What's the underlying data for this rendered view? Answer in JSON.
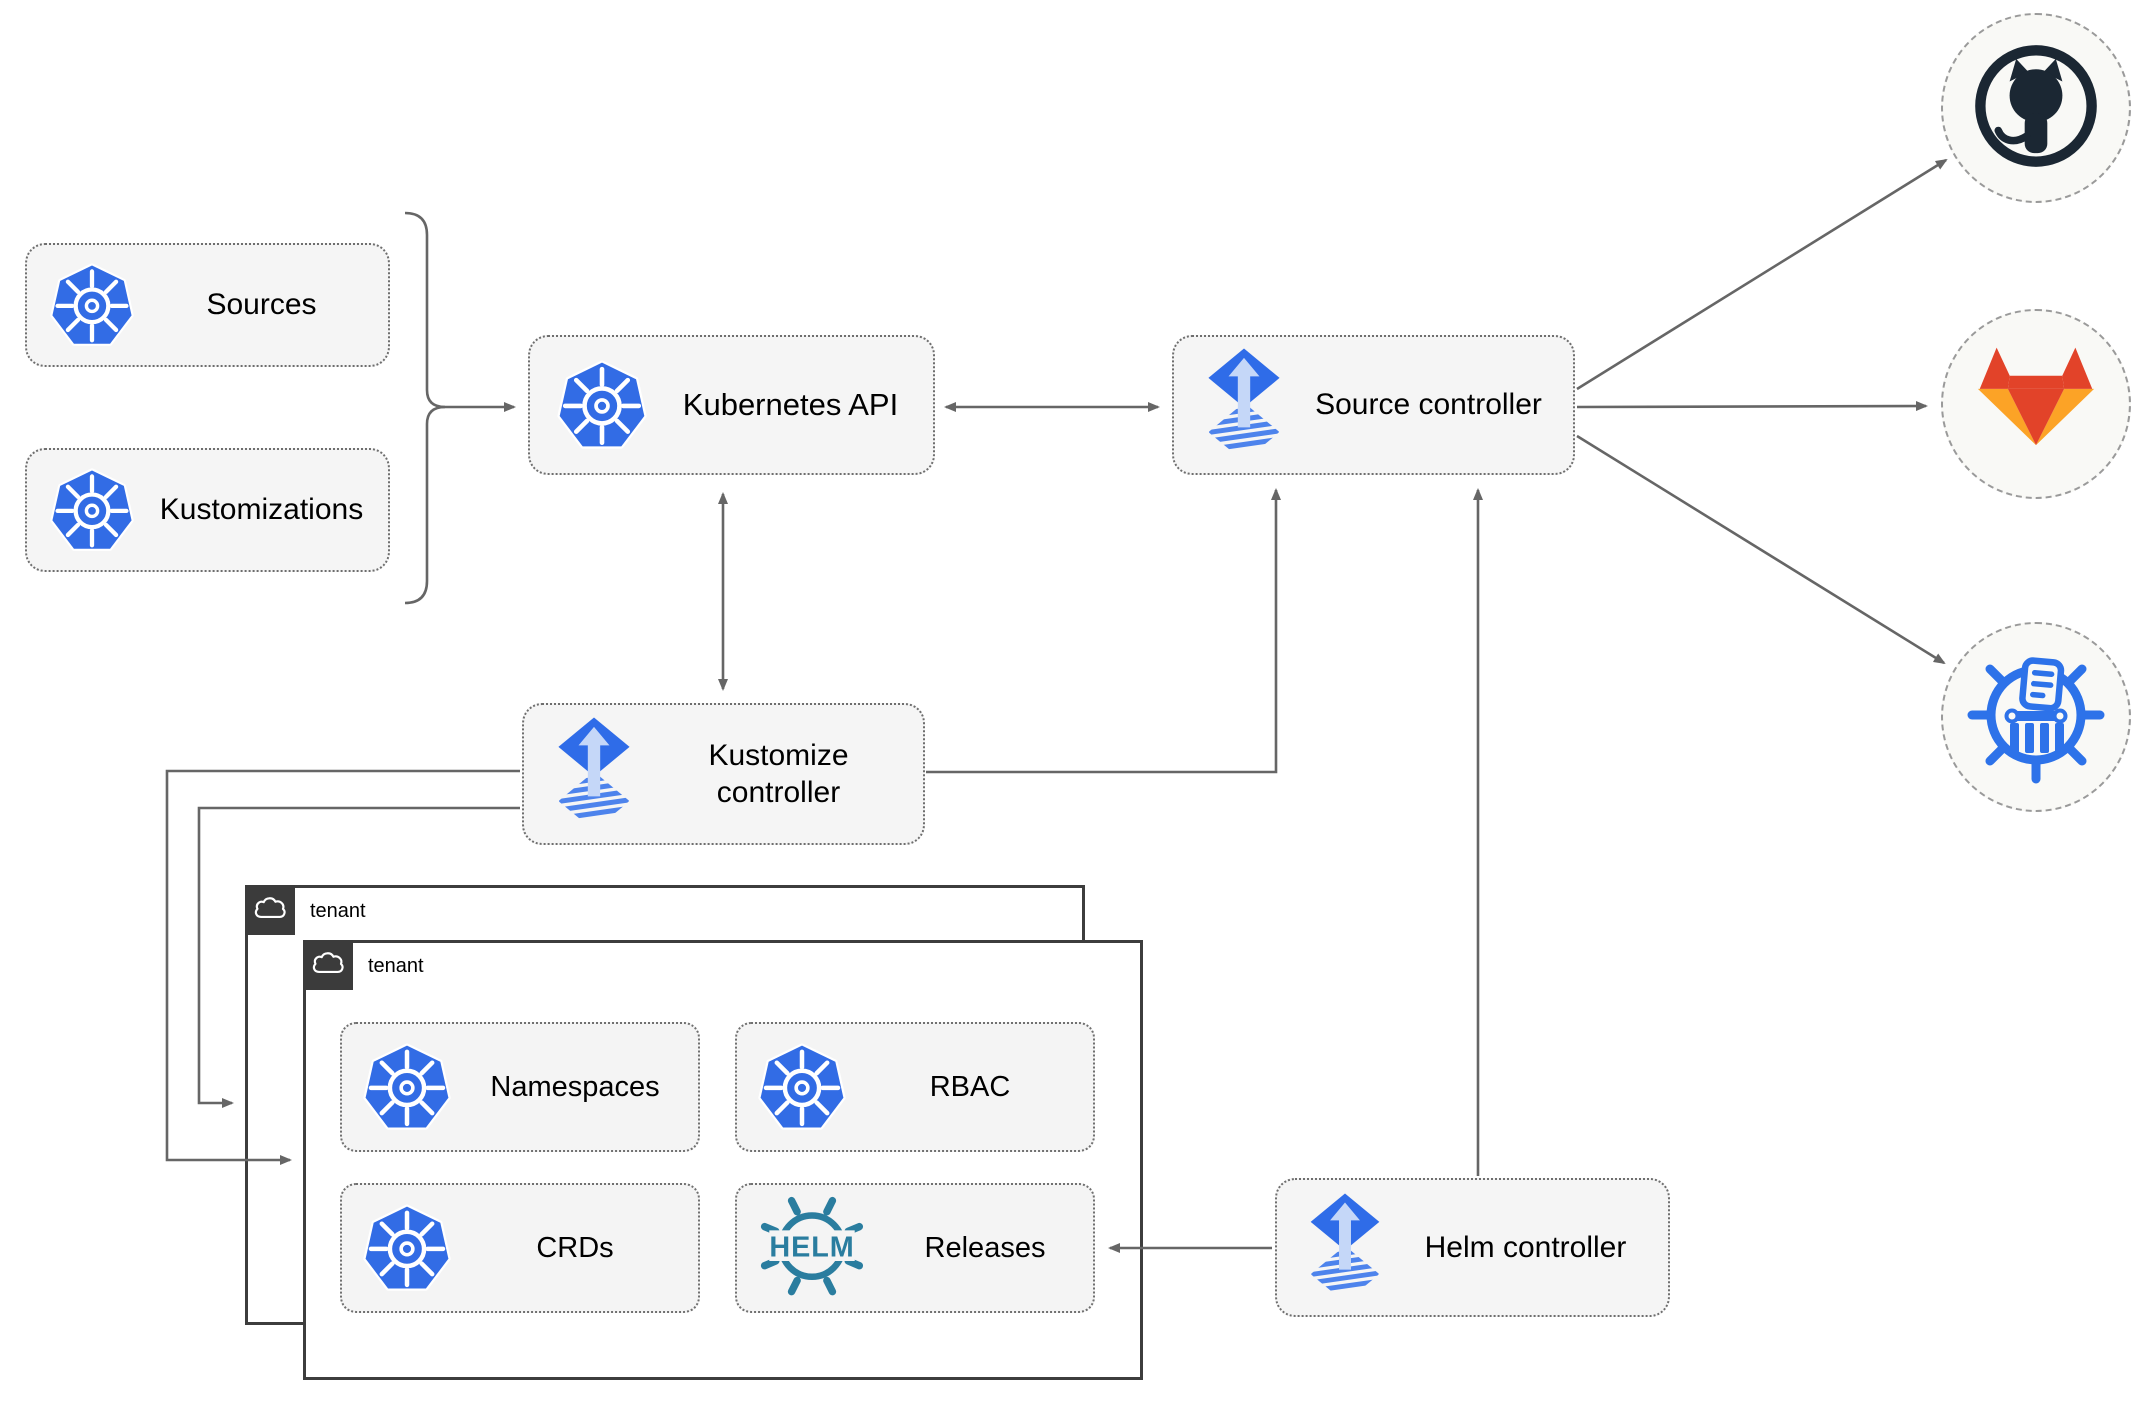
{
  "boxes": {
    "sources": {
      "label": "Sources",
      "icon": "kubernetes-icon"
    },
    "kustomizations": {
      "label": "Kustomizations",
      "icon": "kubernetes-icon"
    },
    "kubernetes_api": {
      "label": "Kubernetes API",
      "icon": "kubernetes-icon"
    },
    "source_controller": {
      "label": "Source controller",
      "icon": "flux-icon"
    },
    "kustomize_controller": {
      "label": "Kustomize controller",
      "icon": "flux-icon"
    },
    "helm_controller": {
      "label": "Helm controller",
      "icon": "flux-icon"
    }
  },
  "tenants": {
    "back": {
      "label": "tenant",
      "icon": "cloud-icon"
    },
    "front": {
      "label": "tenant",
      "icon": "cloud-icon"
    }
  },
  "resources": {
    "namespaces": {
      "label": "Namespaces",
      "icon": "kubernetes-icon"
    },
    "rbac": {
      "label": "RBAC",
      "icon": "kubernetes-icon"
    },
    "crds": {
      "label": "CRDs",
      "icon": "kubernetes-icon"
    },
    "releases": {
      "label": "Releases",
      "icon": "helm-icon",
      "helm_text": "HELM"
    }
  },
  "endpoints": {
    "github": {
      "icon": "github-icon"
    },
    "gitlab": {
      "icon": "gitlab-icon"
    },
    "chartmuseum": {
      "icon": "chartmuseum-icon"
    }
  },
  "colors": {
    "kubernetes_blue": "#326ce5",
    "flux_blue": "#2f6ce8",
    "flux_light_blue": "#c5d7f8",
    "helm_teal": "#2a7d9f",
    "github_dark": "#1b2733",
    "gitlab_red_orange": "#e24329",
    "gitlab_light_orange": "#fca326",
    "chartmuseum_blue": "#2d72e9",
    "connector_gray": "#666666",
    "box_fill": "#f5f5f5",
    "tenant_header_dark": "#3b3b3b"
  }
}
